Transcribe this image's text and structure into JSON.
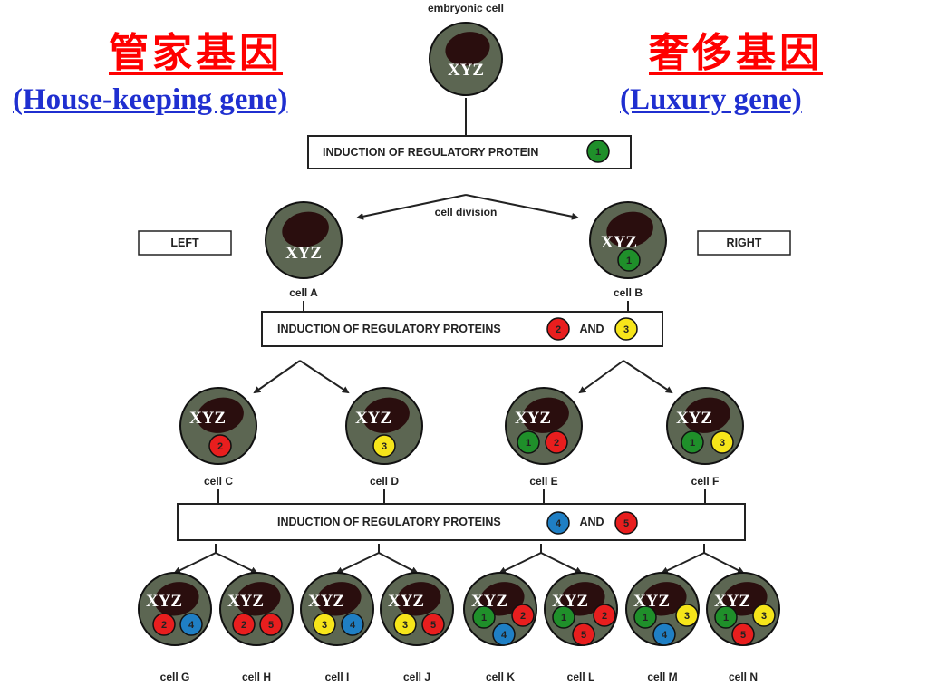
{
  "titles": {
    "left_cn": "管家基因",
    "left_en": "(House-keeping  gene)",
    "right_cn": "奢侈基因",
    "right_en": "(Luxury  gene)"
  },
  "colors": {
    "cell_body": "#5c6652",
    "nucleus": "#2a0e0e",
    "protein_1": "#1f8f2a",
    "protein_2": "#e81e1e",
    "protein_3": "#f6e51a",
    "protein_4": "#1f7fc4",
    "protein_5": "#e81e1e"
  },
  "diagram": {
    "top_label": "embryonic cell",
    "gene_text": "XYZ",
    "division_label": "cell division",
    "side_labels": {
      "left": "LEFT",
      "right": "RIGHT"
    },
    "induction_boxes": [
      {
        "text": "INDUCTION OF REGULATORY PROTEIN",
        "proteins": [
          "1"
        ]
      },
      {
        "text": "INDUCTION OF REGULATORY PROTEINS",
        "proteins": [
          "2",
          "3"
        ],
        "joiner": "AND"
      },
      {
        "text": "INDUCTION OF REGULATORY PROTEINS",
        "proteins": [
          "4",
          "5"
        ],
        "joiner": "AND"
      }
    ],
    "cells": [
      {
        "id": "embryo",
        "label": "",
        "proteins": []
      },
      {
        "id": "A",
        "label": "cell A",
        "proteins": []
      },
      {
        "id": "B",
        "label": "cell B",
        "proteins": [
          "1"
        ]
      },
      {
        "id": "C",
        "label": "cell C",
        "proteins": [
          "2"
        ]
      },
      {
        "id": "D",
        "label": "cell D",
        "proteins": [
          "3"
        ]
      },
      {
        "id": "E",
        "label": "cell E",
        "proteins": [
          "1",
          "2"
        ]
      },
      {
        "id": "F",
        "label": "cell F",
        "proteins": [
          "1",
          "3"
        ]
      },
      {
        "id": "G",
        "label": "cell G",
        "proteins": [
          "2",
          "4"
        ]
      },
      {
        "id": "H",
        "label": "cell H",
        "proteins": [
          "2",
          "5"
        ]
      },
      {
        "id": "I",
        "label": "cell I",
        "proteins": [
          "3",
          "4"
        ]
      },
      {
        "id": "J",
        "label": "cell J",
        "proteins": [
          "3",
          "5"
        ]
      },
      {
        "id": "K",
        "label": "cell K",
        "proteins": [
          "1",
          "2",
          "4"
        ]
      },
      {
        "id": "L",
        "label": "cell L",
        "proteins": [
          "1",
          "2",
          "5"
        ]
      },
      {
        "id": "M",
        "label": "cell M",
        "proteins": [
          "1",
          "3",
          "4"
        ]
      },
      {
        "id": "N",
        "label": "cell N",
        "proteins": [
          "1",
          "3",
          "5"
        ]
      }
    ]
  }
}
